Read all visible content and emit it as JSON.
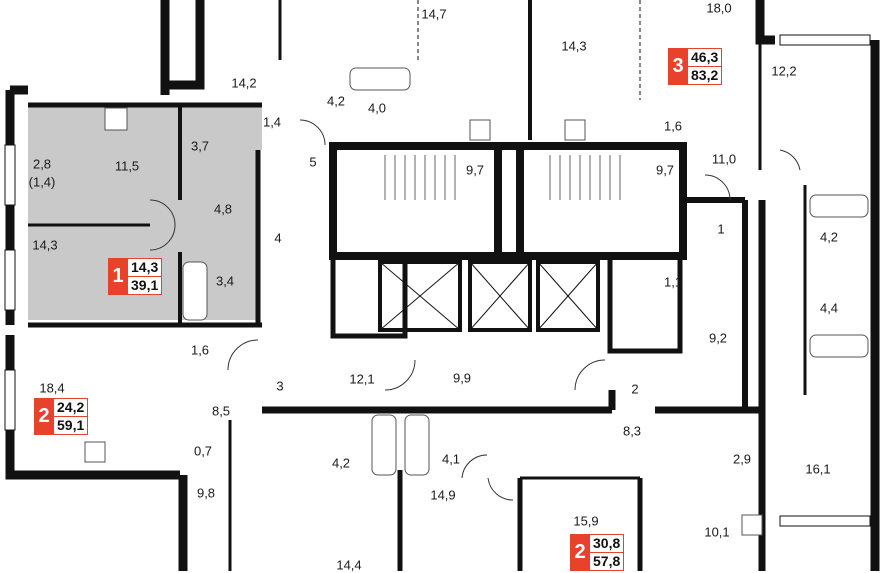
{
  "colors": {
    "wall": "#111111",
    "highlight": "#c9c9c9",
    "accent": "#e8412c",
    "fixture": "#555555"
  },
  "apartments": [
    {
      "rooms": "1",
      "living_area": "14,3",
      "total_area": "39,1"
    },
    {
      "rooms": "2",
      "living_area": "24,2",
      "total_area": "59,1"
    },
    {
      "rooms": "3",
      "living_area": "46,3",
      "total_area": "83,2"
    },
    {
      "rooms": "2",
      "living_area": "30,8",
      "total_area": "57,8"
    }
  ],
  "labels": [
    "14,7",
    "18,0",
    "14,3",
    "12,2",
    "14,2",
    "4,2",
    "4,0",
    "1,4",
    "1,6",
    "2,8",
    "(1,4)",
    "11,5",
    "3,7",
    "5",
    "9,7",
    "9,7",
    "11,0",
    "4,8",
    "4",
    "1",
    "14,3",
    "3,4",
    "4,2",
    "1,1",
    "4,4",
    "9,2",
    "1,6",
    "12,1",
    "9,9",
    "3",
    "2",
    "18,4",
    "8,5",
    "8,3",
    "0,7",
    "4,2",
    "4,1",
    "2,9",
    "16,1",
    "9,8",
    "14,9",
    "15,9",
    "10,1",
    "14,4"
  ]
}
